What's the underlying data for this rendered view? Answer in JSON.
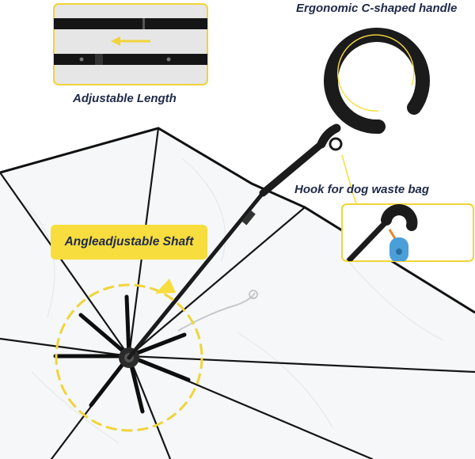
{
  "labels": {
    "adjustable_length": "Adjustable  Length",
    "handle": "Ergonomic C-shaped handle",
    "hook": "Hook for dog waste bag",
    "shaft": "Angleadjustable Shaft"
  },
  "colors": {
    "accent_yellow": "#f7dd3e",
    "text_navy": "#1f2a48",
    "handle_black": "#1b1b1b",
    "bag_blue": "#4a9fd8",
    "loop_orange": "#e8862c"
  }
}
